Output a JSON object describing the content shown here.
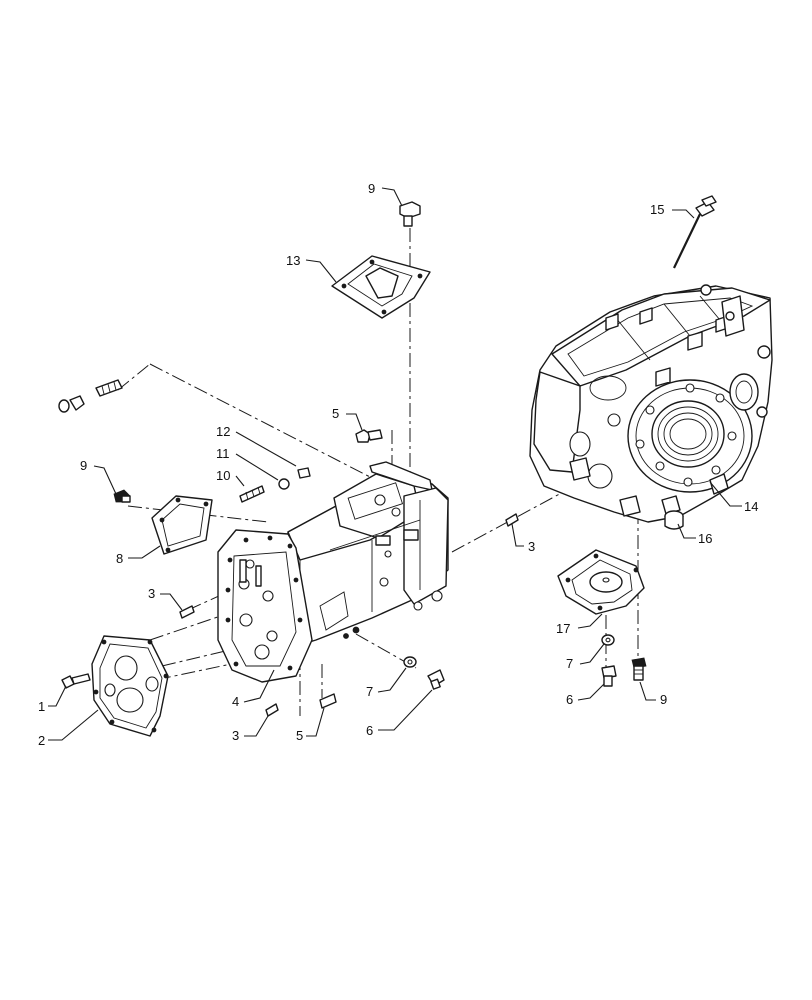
{
  "diagram": {
    "callouts": [
      {
        "id": "c9a",
        "number": "9"
      },
      {
        "id": "c15",
        "number": "15"
      },
      {
        "id": "c13",
        "number": "13"
      },
      {
        "id": "c5a",
        "number": "5"
      },
      {
        "id": "c12",
        "number": "12"
      },
      {
        "id": "c11",
        "number": "11"
      },
      {
        "id": "c9b",
        "number": "9"
      },
      {
        "id": "c10",
        "number": "10"
      },
      {
        "id": "c8",
        "number": "8"
      },
      {
        "id": "c14",
        "number": "14"
      },
      {
        "id": "c3a",
        "number": "3"
      },
      {
        "id": "c16",
        "number": "16"
      },
      {
        "id": "c3b",
        "number": "3"
      },
      {
        "id": "c17",
        "number": "17"
      },
      {
        "id": "c7a",
        "number": "7"
      },
      {
        "id": "c1",
        "number": "1"
      },
      {
        "id": "c4",
        "number": "4"
      },
      {
        "id": "c7b",
        "number": "7"
      },
      {
        "id": "c6a",
        "number": "6"
      },
      {
        "id": "c9c",
        "number": "9"
      },
      {
        "id": "c2",
        "number": "2"
      },
      {
        "id": "c3c",
        "number": "3"
      },
      {
        "id": "c5b",
        "number": "5"
      },
      {
        "id": "c6b",
        "number": "6"
      }
    ]
  }
}
